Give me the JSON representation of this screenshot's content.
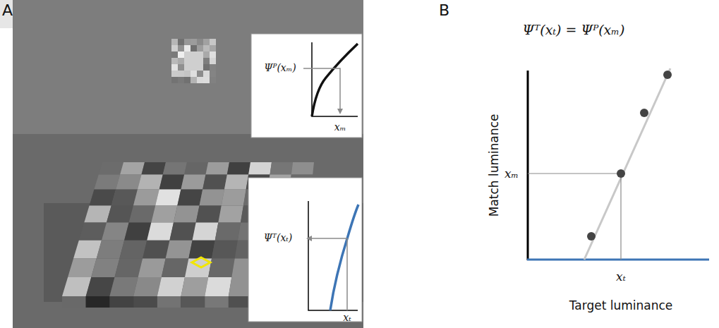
{
  "diagram": {
    "labels": [
      "A",
      "Ψᴾ(xₘ)",
      "xₘ",
      "Ψᵀ(xₜ)",
      "xₜ",
      "B",
      "Ψᵀ(xₜ) = Ψᴾ(xₘ)",
      "xₘ",
      "xₜ",
      "Match luminance",
      "Target luminance"
    ]
  }
}
